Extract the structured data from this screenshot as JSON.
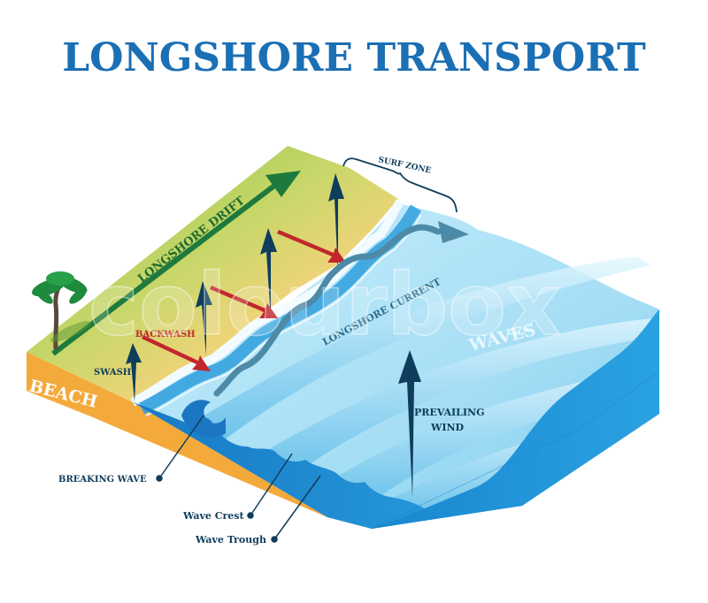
{
  "title": "LONGSHORE TRANSPORT",
  "labels": {
    "surf_zone": "SURF ZONE",
    "longshore_drift": "LONGSHORE DRIFT",
    "backwash": "BACKWASH",
    "swash": "SWASH",
    "beach": "BEACH",
    "longshore_current": "LONGSHORE CURRENT",
    "waves": "WAVES",
    "prevailing_wind_line1": "PREVAILING",
    "prevailing_wind_line2": "WIND",
    "breaking_wave": "BREAKING WAVE",
    "wave_crest": "Wave Crest",
    "wave_trough": "Wave Trough"
  },
  "watermark": "colourbox",
  "colors": {
    "title": "#1b6fb5",
    "label_dark": "#0f3d5c",
    "backwash_red": "#c1272d",
    "drift_green": "#1e7a3c",
    "grass": "#8cc63f",
    "sand": "#f7d07a",
    "beach_side": "#f4a93b",
    "water_light": "#bfe9f8",
    "water_mid": "#5ab8e6",
    "water_deep": "#1a8bd0"
  }
}
